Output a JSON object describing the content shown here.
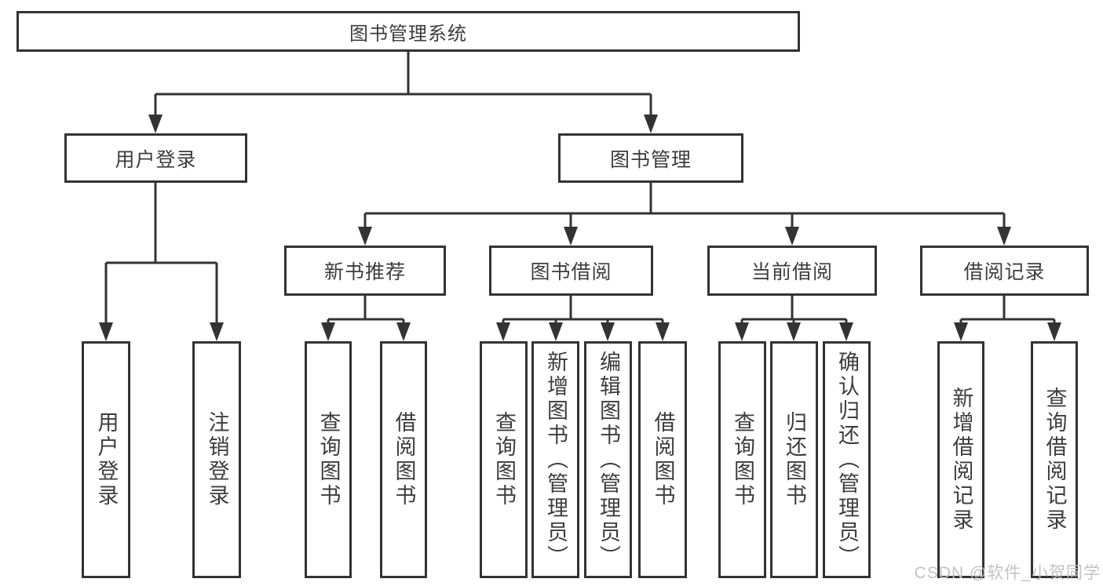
{
  "diagram": {
    "root": {
      "label": "图书管理系统"
    },
    "branches": [
      {
        "label": "用户登录",
        "children": [
          "用户登录",
          "注销登录"
        ]
      },
      {
        "label": "图书管理",
        "children": [
          {
            "label": "新书推荐",
            "children": [
              "查询图书",
              "借阅图书"
            ]
          },
          {
            "label": "图书借阅",
            "children": [
              "查询图书",
              "新增图书（管理员）",
              "编辑图书（管理员）",
              "借阅图书"
            ]
          },
          {
            "label": "当前借阅",
            "children": [
              "查询图书",
              "归还图书",
              "确认归还（管理员）"
            ]
          },
          {
            "label": "借阅记录",
            "children": [
              "新增借阅记录",
              "查询借阅记录"
            ]
          }
        ]
      }
    ]
  },
  "watermark": {
    "text": "CSDN @软件_小贺同学",
    "color": "#bfbfbf"
  },
  "colors": {
    "line": "#333333",
    "box_border": "#333333",
    "text": "#3d3d40",
    "background": "#ffffff"
  }
}
